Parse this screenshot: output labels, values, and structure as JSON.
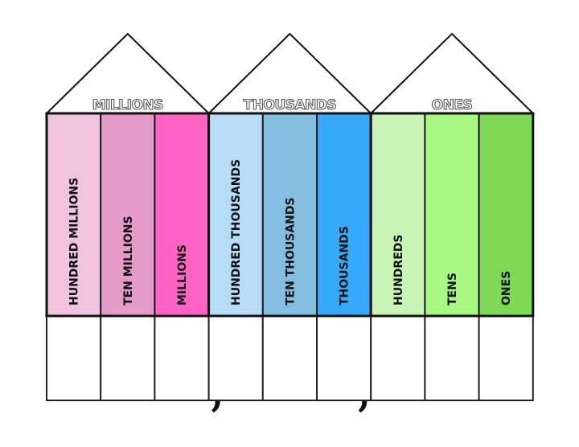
{
  "groups": [
    {
      "label": "MILLIONS",
      "columns": [
        {
          "label": "HUNDRED MILLIONS",
          "color": "#f0c3df"
        },
        {
          "label": "TEN MILLIONS",
          "color": "#e49bc7"
        },
        {
          "label": "MILLIONS",
          "color": "#ff63c3"
        }
      ]
    },
    {
      "label": "THOUSANDS",
      "columns": [
        {
          "label": "HUNDRED THOUSANDS",
          "color": "#b8dcf5"
        },
        {
          "label": "TEN THOUSANDS",
          "color": "#85bde0"
        },
        {
          "label": "THOUSANDS",
          "color": "#36a9fa"
        }
      ]
    },
    {
      "label": "ONES",
      "columns": [
        {
          "label": "HUNDREDS",
          "color": "#c8f5b6"
        },
        {
          "label": "TENS",
          "color": "#a8f882"
        },
        {
          "label": "ONES",
          "color": "#7fd957"
        }
      ]
    }
  ],
  "separator": ","
}
